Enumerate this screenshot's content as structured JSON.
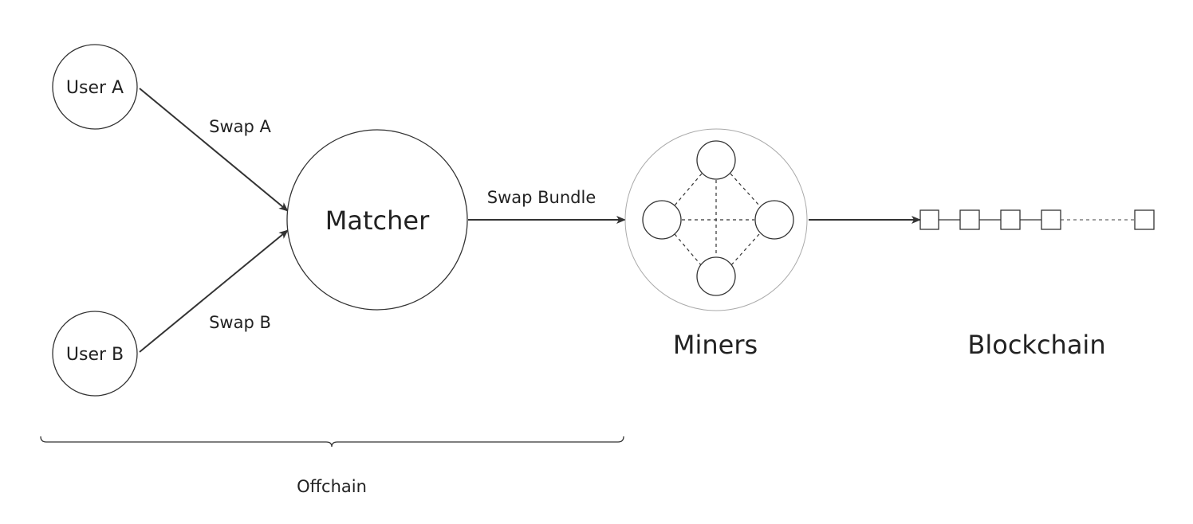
{
  "nodes": {
    "user_a": "User A",
    "user_b": "User B",
    "matcher": "Matcher"
  },
  "edges": {
    "swap_a": "Swap A",
    "swap_b": "Swap B",
    "swap_bundle": "Swap Bundle"
  },
  "sections": {
    "miners": "Miners",
    "blockchain": "Blockchain",
    "offchain": "Offchain"
  }
}
